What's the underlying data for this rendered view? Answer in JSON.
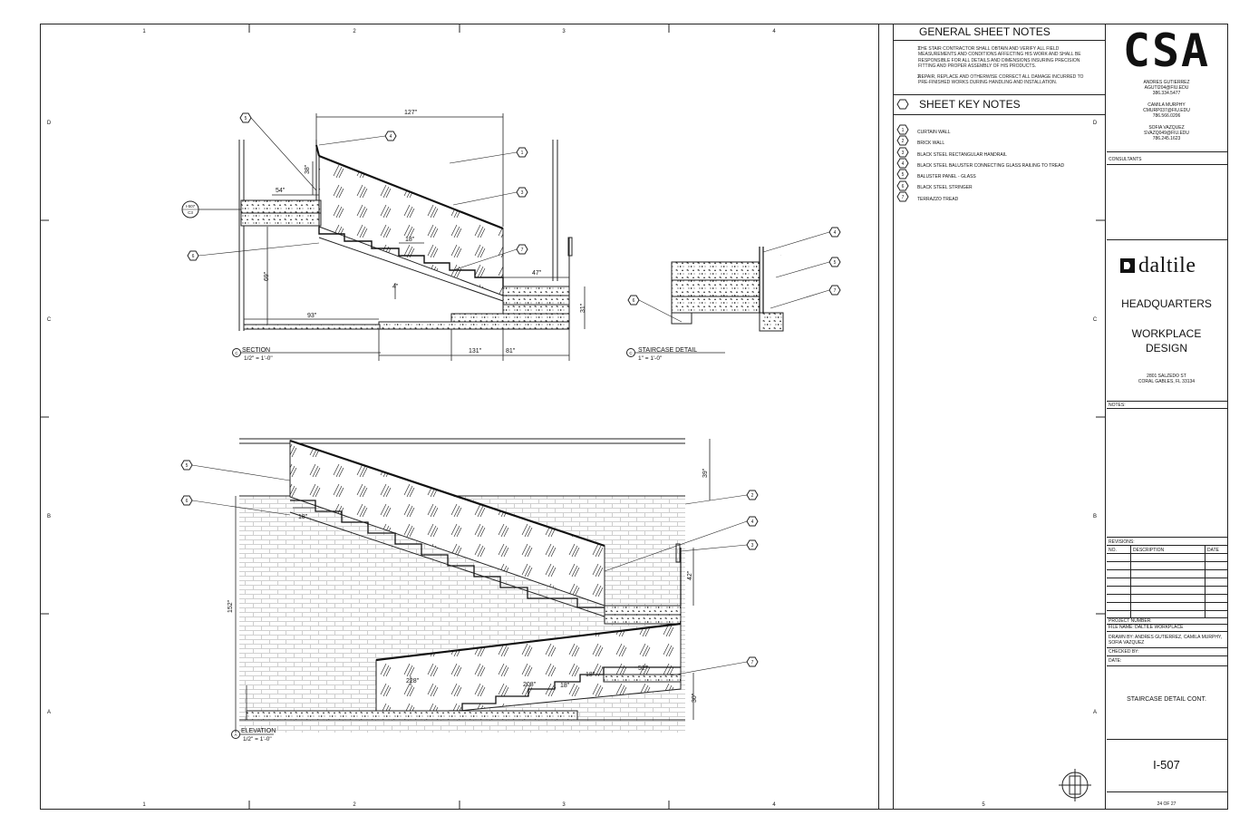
{
  "grid": {
    "cols": [
      "1",
      "2",
      "3",
      "4",
      "5"
    ],
    "rows": [
      "D",
      "C",
      "B",
      "A"
    ]
  },
  "general_notes": {
    "title": "GENERAL SHEET NOTES",
    "items": [
      {
        "num": "1.",
        "text": "THE STAIR CONTRACTOR SHALL OBTAIN AND VERIFY ALL FIELD MEASUREMENTS AND CONDITIONS AFFECTING HIS WORK AND SHALL BE RESPONSIBLE FOR ALL DETAILS AND DIMENSIONS INSURING PRECISION FITTING AND PROPER ASSEMBLY OF HIS PRODUCTS."
      },
      {
        "num": "2.",
        "text": "REPAIR, REPLACE AND OTHERWISE CORRECT ALL DAMAGE INCURRED TO PRE-FINISHED WORKS DURING HANDLING AND INSTALLATION."
      }
    ]
  },
  "key_notes": {
    "title": "SHEET KEY NOTES",
    "items": [
      {
        "num": "1",
        "text": "CURTAIN WALL"
      },
      {
        "num": "2",
        "text": "BRICK WALL"
      },
      {
        "num": "3",
        "text": "BLACK STEEL RECTANGULAR HANDRAIL"
      },
      {
        "num": "4",
        "text": "BLACK STEEL BALUSTER CONNECTING GLASS RAILING TO TREAD"
      },
      {
        "num": "5",
        "text": "BALUSTER PANEL - GLASS"
      },
      {
        "num": "6",
        "text": "BLACK STEEL STRINGER"
      },
      {
        "num": "7",
        "text": "TERRAZZO TREAD"
      }
    ]
  },
  "title_block": {
    "logo": "CSA",
    "people": [
      {
        "name": "ANDRES GUTIERREZ",
        "email": "AGUTI204@FIU.EDU",
        "phone": "386.334.5477"
      },
      {
        "name": "CAMILA MURPHY",
        "email": "CMURP037@FIU.EDU",
        "phone": "786.566.0206"
      },
      {
        "name": "SOFIA VAZQUEZ",
        "email": "SVAZQ049@FIU.EDU",
        "phone": "786.245.1623"
      }
    ],
    "consultants_label": "CONSULTANTS",
    "client_logo": "daltile",
    "project_title_1": "HEADQUARTERS",
    "project_title_2a": "WORKPLACE",
    "project_title_2b": "DESIGN",
    "address_1": "2801 SALZEDO ST",
    "address_2": "CORAL GABLES, FL 33134",
    "notes_label": "NOTES:",
    "revisions_label": "REVISIONS:",
    "rev_headers": [
      "NO.",
      "DESCRIPTION",
      "DATE"
    ],
    "project_number": "PROJECT NUMBER:",
    "file_name": "FILE NAME: DALTILE WORKPLACE",
    "drawn_by_1": "DRAWN BY: ANDRES GUTIERREZ, CAMILA MURPHY,",
    "drawn_by_2": "SOFIA VAZQUEZ",
    "checked_by": "CHECKED BY:",
    "date": "DATE:",
    "sheet_title": "STAIRCASE DETAIL CONT.",
    "sheet_number": "I-507",
    "sheet_count": "24 OF 27"
  },
  "section": {
    "tag_num": "C",
    "title": "SECTION",
    "scale": "1/2\" = 1'-0\"",
    "ref_top": "I-507",
    "ref_bottom": "C3",
    "dims": {
      "d127": "127\"",
      "d54": "54\"",
      "d38": "38\"",
      "d18": "18\"",
      "d4": "4\"",
      "d47": "47\"",
      "d69": "69\"",
      "d93": "93\"",
      "d31": "31\"",
      "d131": "131\"",
      "d81": "81\""
    }
  },
  "detail": {
    "tag_num": "C",
    "title": "STAIRCASE DETAIL",
    "scale": "1\" = 1'-0\""
  },
  "elevation": {
    "tag_num": "A",
    "title": "ELEVATION",
    "scale": "1/2\" = 1'-0\"",
    "dims": {
      "d39": "39\"",
      "d18": "18\"",
      "d152": "152\"",
      "d42": "42\"",
      "d208": "208\"",
      "d228": "228\"",
      "d18b": "18\"",
      "d18c": "18\"",
      "d52": "52\"",
      "d30": "30\""
    }
  },
  "callouts": {
    "c1": "1",
    "c2": "2",
    "c3": "3",
    "c4": "4",
    "c5": "5",
    "c6": "6",
    "c7": "7"
  }
}
